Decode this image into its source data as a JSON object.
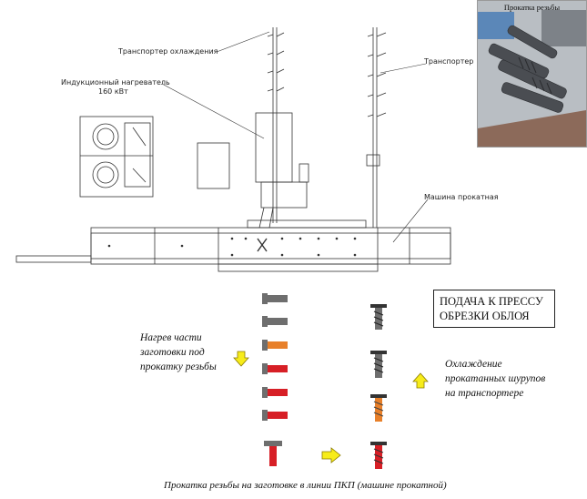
{
  "labels": {
    "cooling_conveyor": "Транспортер охлаждения",
    "induction_heater_line1": "Индукционный нагреватель",
    "induction_heater_line2": "160 кВт",
    "conveyor": "Транспортер",
    "rolling_machine": "Машина прокатная"
  },
  "photo": {
    "title": "Прокатка резьбы"
  },
  "notes": {
    "heating": [
      "Нагрев части",
      "заготовки под",
      "прокатку резьбы"
    ],
    "cooling": [
      "Охлаждение",
      "прокатанных шурупов",
      "на транспортере"
    ],
    "press_box": [
      "ПОДАЧА К ПРЕССУ",
      "ОБРЕЗКИ ОБЛОЯ"
    ],
    "caption": "Прокатка резьбы на заготовке в линии ПКП  (машине прокатной)"
  },
  "colors": {
    "blank_gray": "#6e6e6e",
    "blank_orange": "#e8802a",
    "blank_red": "#d71f26",
    "arrow_yellow": "#f7ec1a",
    "arrow_outline": "#8a7a00"
  },
  "blanks_left": [
    "gray",
    "gray",
    "orange",
    "red",
    "red",
    "red",
    "red"
  ],
  "screws_right": [
    "gray",
    "gray",
    "orange-gray",
    "red-gray"
  ]
}
